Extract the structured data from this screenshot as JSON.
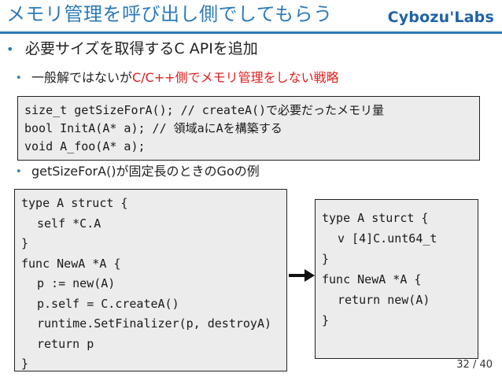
{
  "slide": {
    "title": "メモリ管理を呼び出し側でしてもらう",
    "logo": "Cybozu'Labs",
    "bullets": [
      {
        "text": "必要サイズを取得するC APIを追加"
      },
      {
        "prefix": "一般解ではないが",
        "accent": "C/C++側でメモリ管理をしない戦略"
      },
      {
        "text": "getSizeForA()が固定長のときのGoの例"
      }
    ],
    "code_top": [
      "size_t getSizeForA(); // createA()で必要だったメモリ量",
      "bool InitA(A* a); // 領域aにAを構築する",
      "void A_foo(A* a);"
    ],
    "code_left": [
      "type A struct {",
      "self *C.A",
      "}",
      "func NewA *A {",
      "p := new(A)",
      "p.self = C.createA()",
      "runtime.SetFinalizer(p, destroyA)",
      "return p",
      "}"
    ],
    "code_right": [
      "type A sturct {",
      "v [4]C.unt64_t",
      "}",
      "",
      "func NewA *A {",
      "return new(A)",
      "}"
    ],
    "page_number": "32 / 40",
    "colors": {
      "title": "#2c7ab8",
      "accent": "#e02020",
      "code_bg": "#ececec"
    }
  }
}
